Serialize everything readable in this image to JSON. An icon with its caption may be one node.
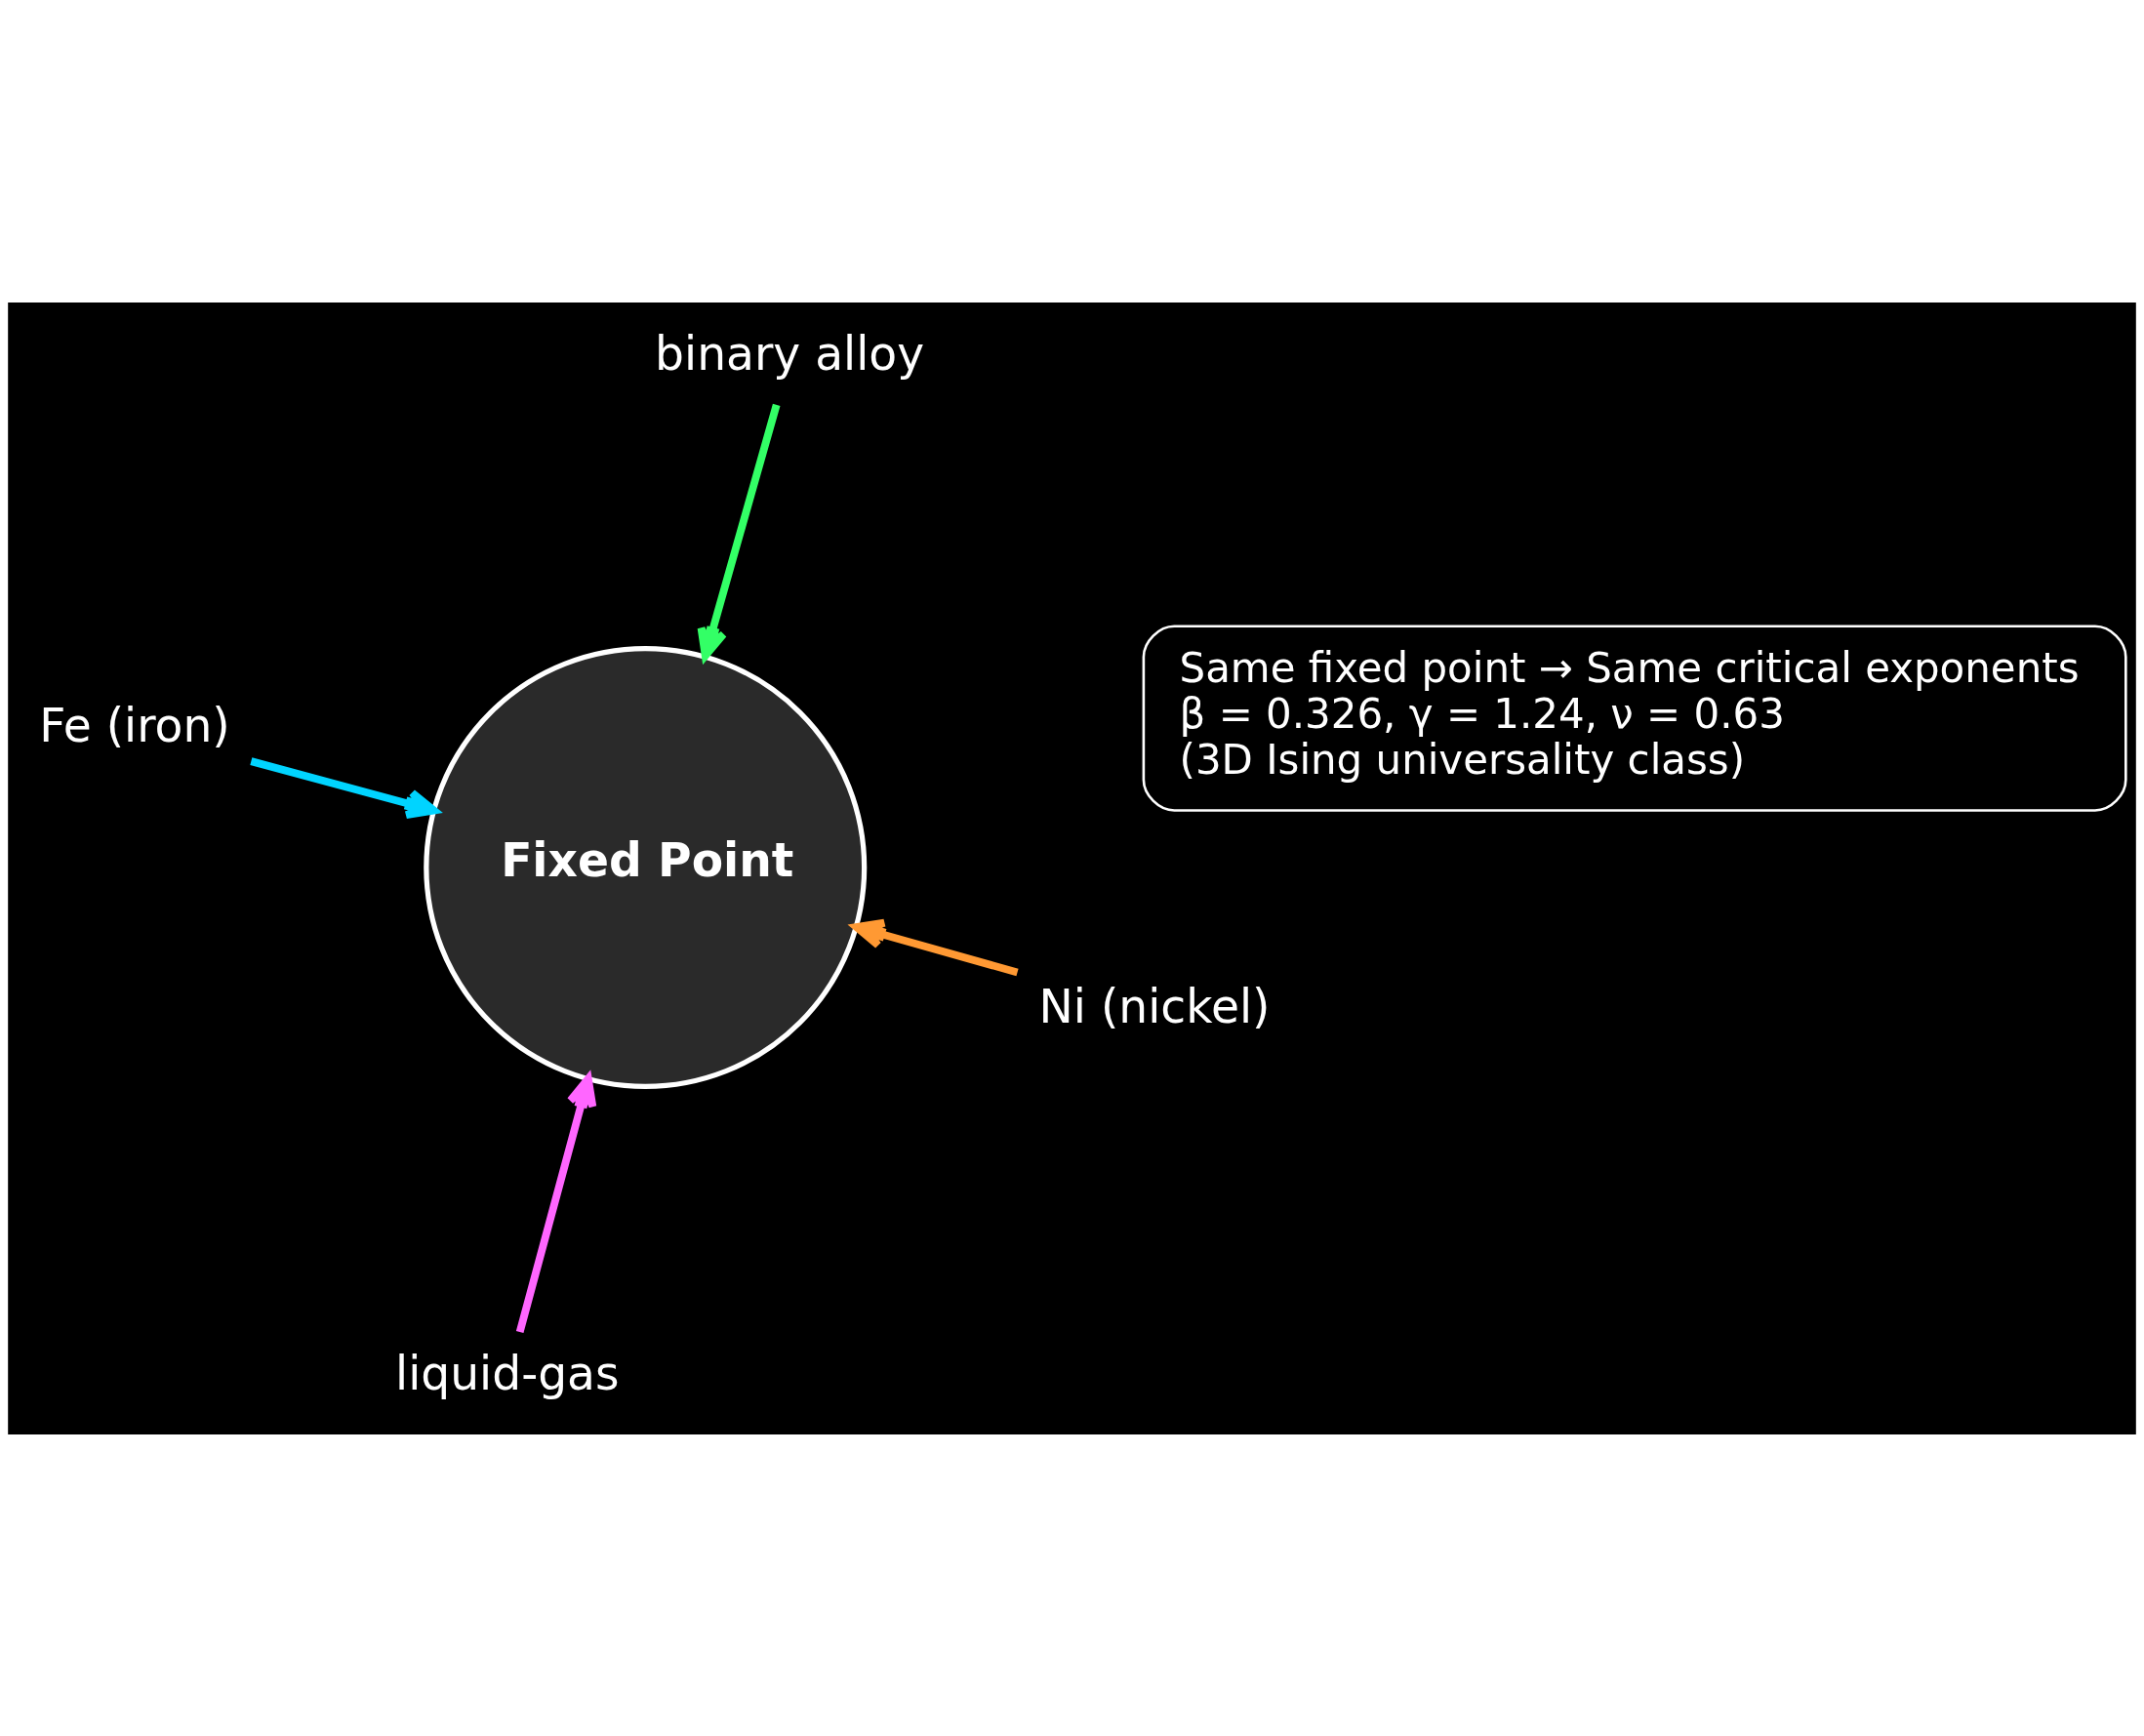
{
  "diagram": {
    "nodes": [
      {
        "text": [
          "Fe (iron)"
        ]
      },
      {
        "text": [
          "Ni (nickel)"
        ]
      },
      {
        "text": [
          "liquid-gas"
        ]
      },
      {
        "text": [
          "Fixed Point"
        ]
      },
      {
        "text": [
          "binary alloy"
        ]
      },
      {
        "text": [
          "Same fixed point → Same critical exponents",
          "β = 0.326, γ = 1.24, ν = 0.63",
          "(3D Ising universality class)"
        ]
      }
    ],
    "edges": [
      {
        "from": 0,
        "to": 3,
        "arrow": "to",
        "color": "#00d4ff"
      },
      {
        "from": 1,
        "to": 3,
        "arrow": "to",
        "color": "#ff9933"
      },
      {
        "from": 2,
        "to": 3,
        "arrow": "to",
        "color": "#ff66ff"
      },
      {
        "from": 4,
        "to": 3,
        "arrow": "to",
        "color": "#33ff66"
      }
    ]
  }
}
